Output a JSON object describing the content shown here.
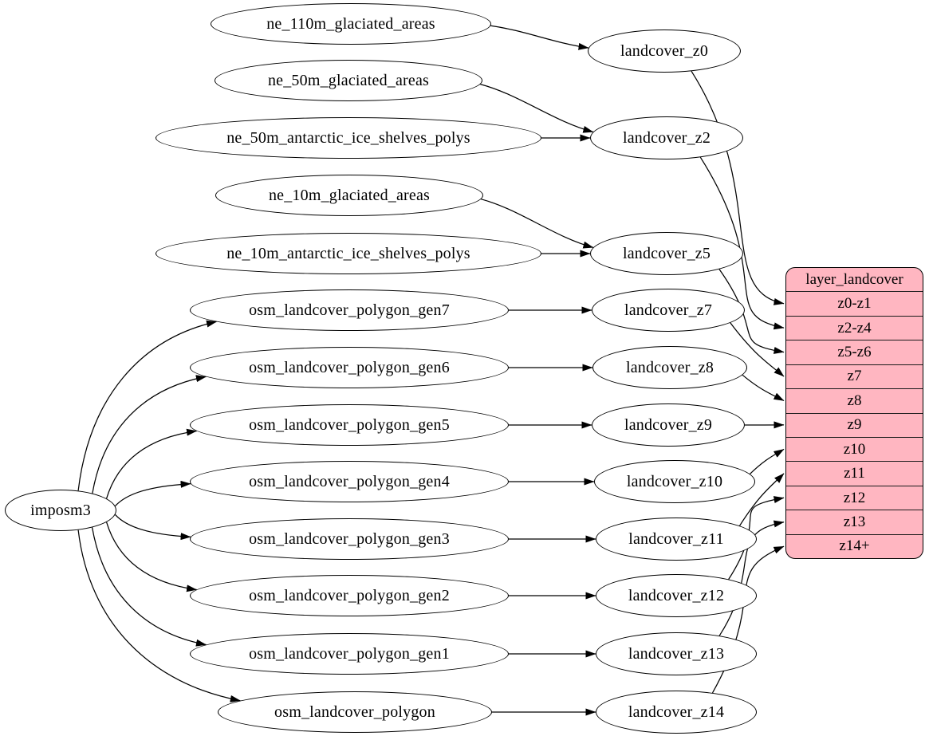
{
  "diagram": {
    "nodes": [
      {
        "id": "imposm3",
        "label": "imposm3"
      },
      {
        "id": "ne_110m_glaciated_areas",
        "label": "ne_110m_glaciated_areas"
      },
      {
        "id": "ne_50m_glaciated_areas",
        "label": "ne_50m_glaciated_areas"
      },
      {
        "id": "ne_50m_antarctic_ice_shelves_polys",
        "label": "ne_50m_antarctic_ice_shelves_polys"
      },
      {
        "id": "ne_10m_glaciated_areas",
        "label": "ne_10m_glaciated_areas"
      },
      {
        "id": "ne_10m_antarctic_ice_shelves_polys",
        "label": "ne_10m_antarctic_ice_shelves_polys"
      },
      {
        "id": "osm_landcover_polygon_gen7",
        "label": "osm_landcover_polygon_gen7"
      },
      {
        "id": "osm_landcover_polygon_gen6",
        "label": "osm_landcover_polygon_gen6"
      },
      {
        "id": "osm_landcover_polygon_gen5",
        "label": "osm_landcover_polygon_gen5"
      },
      {
        "id": "osm_landcover_polygon_gen4",
        "label": "osm_landcover_polygon_gen4"
      },
      {
        "id": "osm_landcover_polygon_gen3",
        "label": "osm_landcover_polygon_gen3"
      },
      {
        "id": "osm_landcover_polygon_gen2",
        "label": "osm_landcover_polygon_gen2"
      },
      {
        "id": "osm_landcover_polygon_gen1",
        "label": "osm_landcover_polygon_gen1"
      },
      {
        "id": "osm_landcover_polygon",
        "label": "osm_landcover_polygon"
      },
      {
        "id": "landcover_z0",
        "label": "landcover_z0"
      },
      {
        "id": "landcover_z2",
        "label": "landcover_z2"
      },
      {
        "id": "landcover_z5",
        "label": "landcover_z5"
      },
      {
        "id": "landcover_z7",
        "label": "landcover_z7"
      },
      {
        "id": "landcover_z8",
        "label": "landcover_z8"
      },
      {
        "id": "landcover_z9",
        "label": "landcover_z9"
      },
      {
        "id": "landcover_z10",
        "label": "landcover_z10"
      },
      {
        "id": "landcover_z11",
        "label": "landcover_z11"
      },
      {
        "id": "landcover_z12",
        "label": "landcover_z12"
      },
      {
        "id": "landcover_z13",
        "label": "landcover_z13"
      },
      {
        "id": "landcover_z14",
        "label": "landcover_z14"
      }
    ],
    "table": {
      "title": "layer_landcover",
      "rows": [
        "z0-z1",
        "z2-z4",
        "z5-z6",
        "z7",
        "z8",
        "z9",
        "z10",
        "z11",
        "z12",
        "z13",
        "z14+"
      ]
    },
    "edges": [
      {
        "from": "imposm3",
        "to": "osm_landcover_polygon_gen7"
      },
      {
        "from": "imposm3",
        "to": "osm_landcover_polygon_gen6"
      },
      {
        "from": "imposm3",
        "to": "osm_landcover_polygon_gen5"
      },
      {
        "from": "imposm3",
        "to": "osm_landcover_polygon_gen4"
      },
      {
        "from": "imposm3",
        "to": "osm_landcover_polygon_gen3"
      },
      {
        "from": "imposm3",
        "to": "osm_landcover_polygon_gen2"
      },
      {
        "from": "imposm3",
        "to": "osm_landcover_polygon_gen1"
      },
      {
        "from": "imposm3",
        "to": "osm_landcover_polygon"
      },
      {
        "from": "ne_110m_glaciated_areas",
        "to": "landcover_z0"
      },
      {
        "from": "ne_50m_glaciated_areas",
        "to": "landcover_z2"
      },
      {
        "from": "ne_50m_antarctic_ice_shelves_polys",
        "to": "landcover_z2"
      },
      {
        "from": "ne_10m_glaciated_areas",
        "to": "landcover_z5"
      },
      {
        "from": "ne_10m_antarctic_ice_shelves_polys",
        "to": "landcover_z5"
      },
      {
        "from": "osm_landcover_polygon_gen7",
        "to": "landcover_z7"
      },
      {
        "from": "osm_landcover_polygon_gen6",
        "to": "landcover_z8"
      },
      {
        "from": "osm_landcover_polygon_gen5",
        "to": "landcover_z9"
      },
      {
        "from": "osm_landcover_polygon_gen4",
        "to": "landcover_z10"
      },
      {
        "from": "osm_landcover_polygon_gen3",
        "to": "landcover_z11"
      },
      {
        "from": "osm_landcover_polygon_gen2",
        "to": "landcover_z12"
      },
      {
        "from": "osm_landcover_polygon_gen1",
        "to": "landcover_z13"
      },
      {
        "from": "osm_landcover_polygon",
        "to": "landcover_z14"
      },
      {
        "from": "landcover_z0",
        "to": "layer_landcover",
        "row": "z0-z1"
      },
      {
        "from": "landcover_z2",
        "to": "layer_landcover",
        "row": "z2-z4"
      },
      {
        "from": "landcover_z5",
        "to": "layer_landcover",
        "row": "z5-z6"
      },
      {
        "from": "landcover_z7",
        "to": "layer_landcover",
        "row": "z7"
      },
      {
        "from": "landcover_z8",
        "to": "layer_landcover",
        "row": "z8"
      },
      {
        "from": "landcover_z9",
        "to": "layer_landcover",
        "row": "z9"
      },
      {
        "from": "landcover_z10",
        "to": "layer_landcover",
        "row": "z10"
      },
      {
        "from": "landcover_z11",
        "to": "layer_landcover",
        "row": "z11"
      },
      {
        "from": "landcover_z12",
        "to": "layer_landcover",
        "row": "z12"
      },
      {
        "from": "landcover_z13",
        "to": "layer_landcover",
        "row": "z13"
      },
      {
        "from": "landcover_z14",
        "to": "layer_landcover",
        "row": "z14+"
      }
    ],
    "colors": {
      "background": "#ffffff",
      "node_fill": "#ffffff",
      "table_fill": "#ffb6c1",
      "stroke": "#000000"
    }
  }
}
